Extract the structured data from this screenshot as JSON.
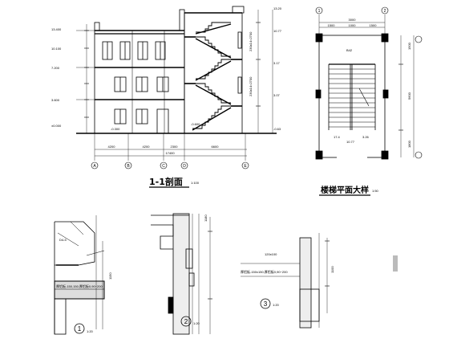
{
  "section": {
    "title": "1-1剖面",
    "scale": "1:100",
    "axes": [
      "A",
      "B",
      "C",
      "D",
      "E"
    ],
    "spans": [
      "4200",
      "4200",
      "2300",
      "6600"
    ],
    "total": "17400",
    "left_levels": [
      "13.400",
      "10.100",
      "7.200",
      "3.600",
      "±0.000"
    ],
    "mid_levels": [
      "-0.600",
      "-0.300"
    ],
    "right_levels": [
      "13.20",
      "10.77",
      "3.17",
      "3.07",
      "-0.63"
    ],
    "stair_dims": [
      "230x14=2700",
      "230x14=2700"
    ]
  },
  "stair_plan": {
    "title": "楼梯平面大样",
    "scale": "1:50",
    "top_axes": [
      "1",
      "2"
    ],
    "top_dim": "3000",
    "top_sub": [
      "1500",
      "1000",
      "1500"
    ],
    "labels": [
      "B42",
      "17.4",
      "10.77",
      "3.26"
    ],
    "side_dims": [
      "1500",
      "5600",
      "1800"
    ]
  },
  "details": [
    {
      "num": "1",
      "scale": "1:20",
      "note_a": "D4-5",
      "note_b": "厚铝板-150,150,厚铝板0,90~200",
      "dim": "1150"
    },
    {
      "num": "2",
      "scale": "1:20",
      "dim": "1180"
    },
    {
      "num": "3",
      "scale": "1:20",
      "note_a": "120x100",
      "note_b": "厚铝板-150x150,厚铝板0,90~200",
      "dim": "1100"
    }
  ]
}
